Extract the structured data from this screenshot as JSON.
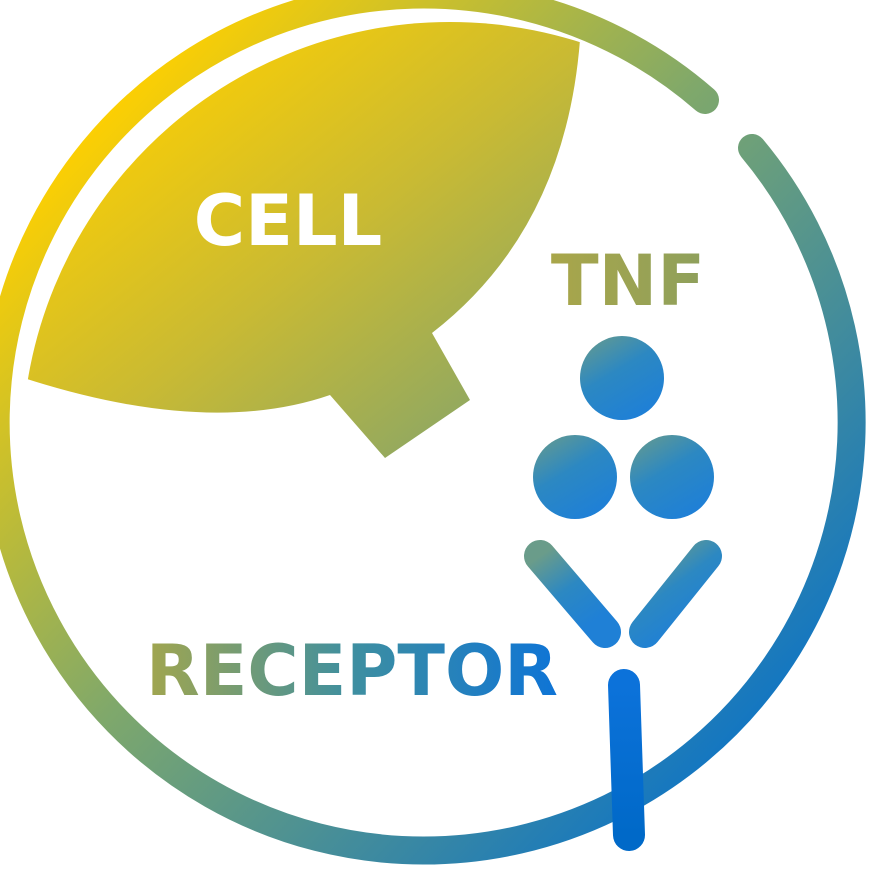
{
  "labels": {
    "cell": "CELL",
    "tnf": "TNF",
    "receptor": "RECEPTOR"
  },
  "colors": {
    "yellow": "#FFD000",
    "olive": "#A9A64A",
    "teal": "#5C9A86",
    "blue": "#1F7FCC",
    "bright_blue": "#0072E0",
    "label_white": "#FFFFFF"
  }
}
